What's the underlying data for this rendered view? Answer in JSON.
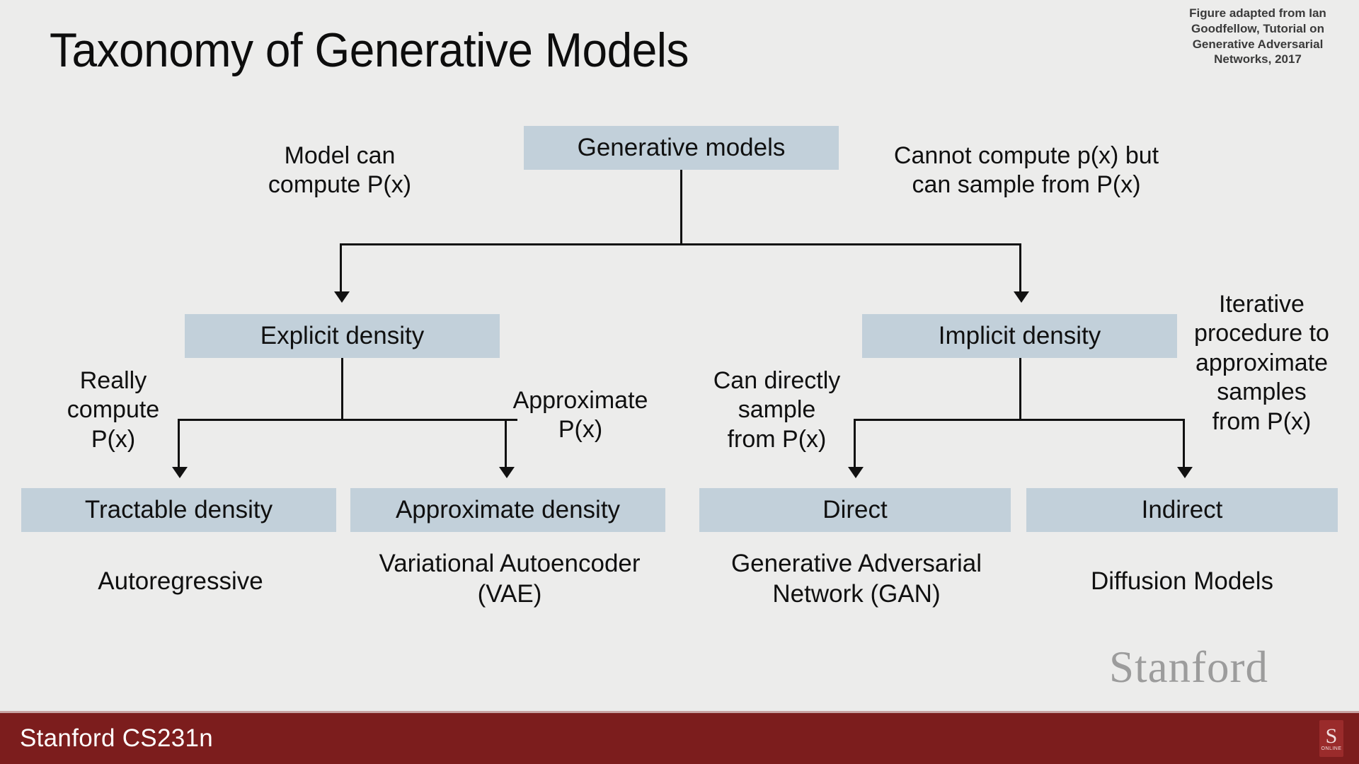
{
  "slide": {
    "title": "Taxonomy of Generative Models",
    "credit": "Figure adapted from Ian Goodfellow, Tutorial on Generative Adversarial Networks, 2017",
    "background_color": "#ececeb",
    "node_color": "#c2d0da"
  },
  "nodes": {
    "root": "Generative models",
    "explicit": "Explicit density",
    "implicit": "Implicit density",
    "tractable": "Tractable density",
    "approximate": "Approximate density",
    "direct": "Direct",
    "indirect": "Indirect"
  },
  "edge_labels": {
    "left_top_line1": "Model can",
    "left_top_line2": "compute P(x)",
    "right_top_line1": "Cannot compute p(x) but",
    "right_top_line2": "can sample from P(x)",
    "really_line1": "Really",
    "really_line2": "compute",
    "really_line3": "P(x)",
    "approximate_line1": "Approximate",
    "approximate_line2": "P(x)",
    "can_directly_line1": "Can directly",
    "can_directly_line2": "sample",
    "can_directly_line3": "from P(x)",
    "iterative_line1": "Iterative",
    "iterative_line2": "procedure to",
    "iterative_line3": "approximate",
    "iterative_line4": "samples",
    "iterative_line5": "from P(x)"
  },
  "captions": {
    "autoregressive": "Autoregressive",
    "vae_line1": "Variational Autoencoder",
    "vae_line2": "(VAE)",
    "gan_line1": "Generative Adversarial",
    "gan_line2": "Network (GAN)",
    "diffusion": "Diffusion Models"
  },
  "branding": {
    "watermark": "Stanford",
    "footer_text": "Stanford CS231n",
    "footer_color": "#7c1d1d",
    "logo_mark": "S",
    "logo_sub": "ONLINE"
  }
}
